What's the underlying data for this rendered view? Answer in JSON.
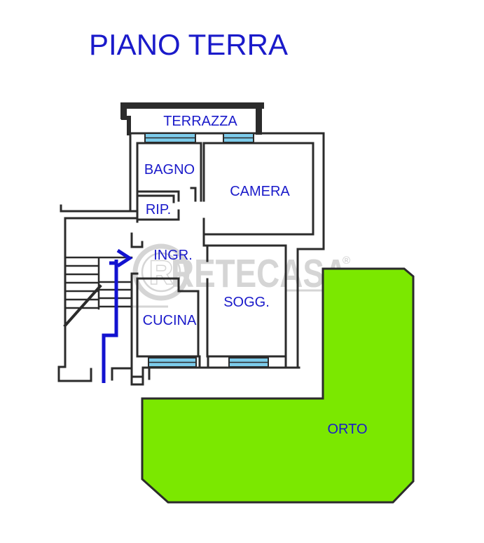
{
  "title": "PIANO TERRA",
  "rooms": {
    "terrazza": {
      "label": "TERRAZZA"
    },
    "bagno": {
      "label": "BAGNO"
    },
    "camera": {
      "label": "CAMERA"
    },
    "rip": {
      "label": "RIP."
    },
    "ingr": {
      "label": "INGR."
    },
    "cucina": {
      "label": "CUCINA"
    },
    "sogg": {
      "label": "SOGG."
    }
  },
  "outdoor": {
    "orto": {
      "label": "ORTO"
    }
  },
  "watermark": {
    "brand": "RETECASA",
    "logo_letter": "R",
    "registered_mark": "®"
  },
  "colors": {
    "title_blue": "#1a1aca",
    "label_blue": "#1a1aca",
    "wall_black": "#2b2b2b",
    "window_blue": "#7ccbea",
    "garden_green": "#7be800",
    "path_arrow_blue": "#1212d0",
    "watermark_gray": "#d5d5d5"
  }
}
